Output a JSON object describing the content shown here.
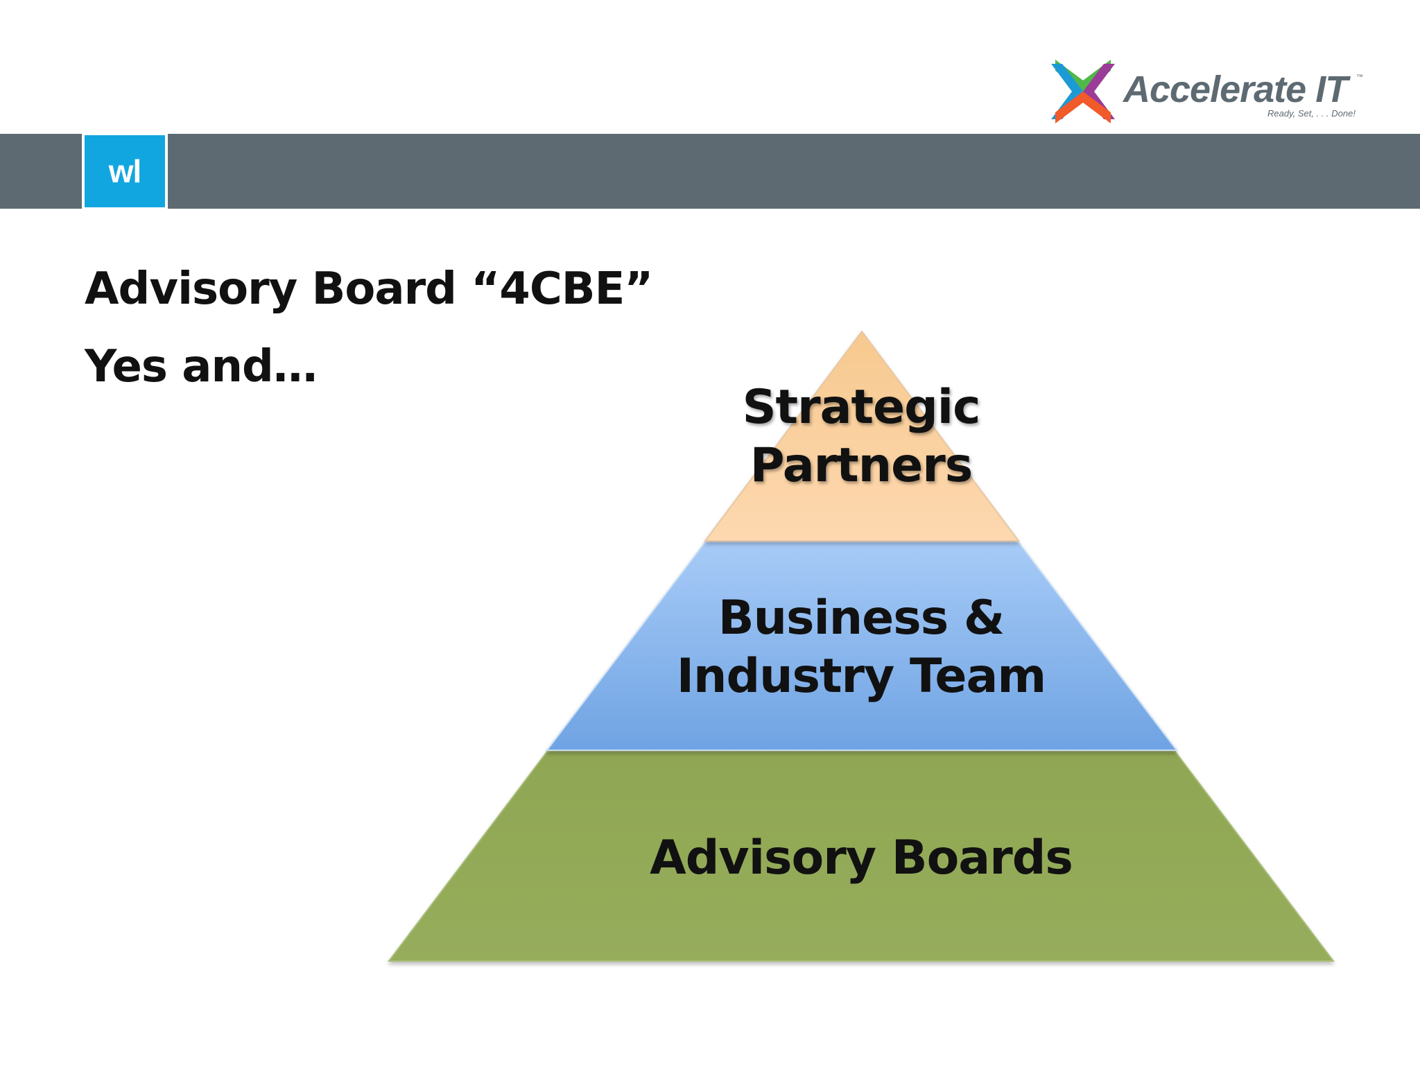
{
  "logo": {
    "name": "Accelerate IT",
    "trademark": "™",
    "tagline": "Ready, Set, . . . Done!"
  },
  "header": {
    "badge": "wl"
  },
  "slide": {
    "title": "Advisory Board “4CBE”",
    "subtitle": "Yes and…"
  },
  "pyramid": {
    "tiers": [
      {
        "lines": [
          "Strategic",
          "Partners"
        ],
        "color": "#fbd3a8"
      },
      {
        "lines": [
          "Business &",
          "Industry Team"
        ],
        "color": "#7fb0ea"
      },
      {
        "lines": [
          "Advisory Boards"
        ],
        "color": "#93a957"
      }
    ]
  },
  "colors": {
    "header_band": "#5d6a71",
    "badge": "#12a6e0",
    "logo_green": "#4fb848",
    "logo_purple": "#9a3c98",
    "logo_blue": "#1c9ad6",
    "logo_orange": "#f15a29"
  }
}
